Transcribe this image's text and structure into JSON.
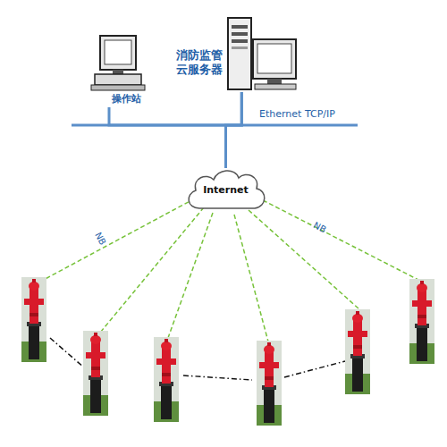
{
  "diagram": {
    "nodes": [
      {
        "text": [
          "操作站"
        ]
      },
      {
        "text": [
          "消防监管 云服务器"
        ]
      },
      {
        "text": [
          "Internet"
        ]
      }
    ],
    "edges": [
      {
        "from": 0,
        "to": 1,
        "arrow": "none"
      },
      {
        "from": 2,
        "to": 1,
        "arrow": "none"
      }
    ],
    "labels": [
      "Ethernet TCP/IP",
      "NB",
      "NB"
    ]
  }
}
